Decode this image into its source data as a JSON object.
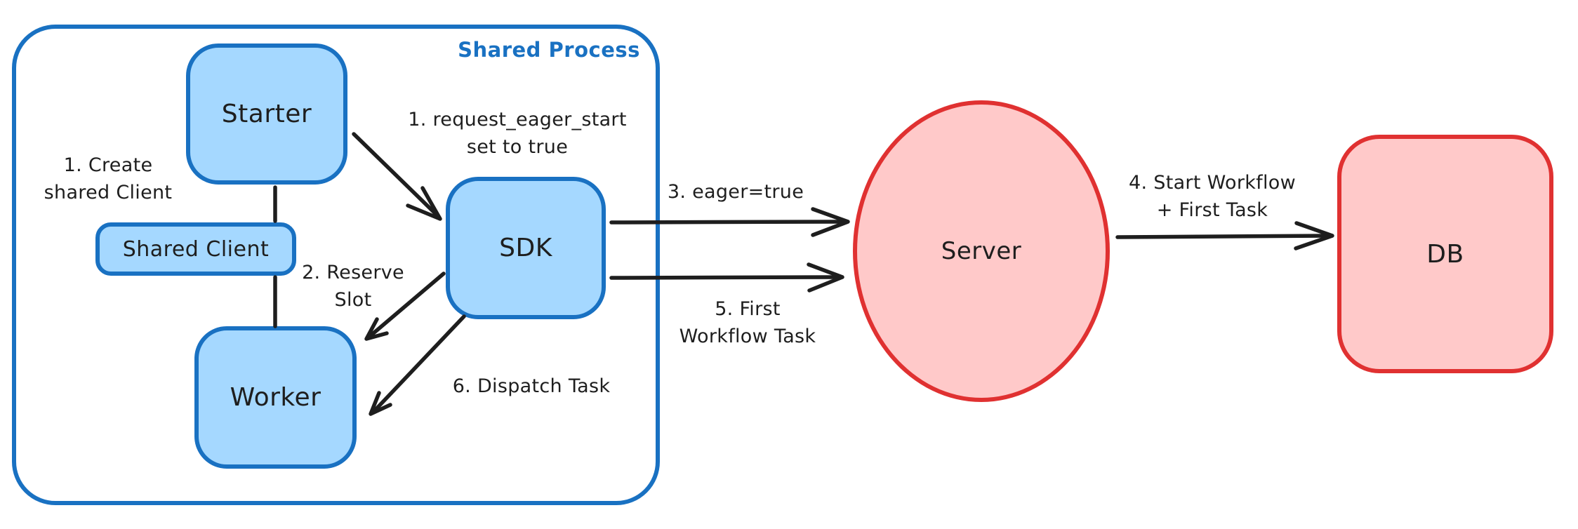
{
  "diagram": {
    "container": {
      "label": "Shared Process"
    },
    "nodes": {
      "starter": {
        "label": "Starter"
      },
      "shared_client": {
        "label": "Shared Client"
      },
      "worker": {
        "label": "Worker"
      },
      "sdk": {
        "label": "SDK"
      },
      "server": {
        "label": "Server"
      },
      "db": {
        "label": "DB"
      }
    },
    "labels": {
      "create_shared_client": {
        "line1": "1. Create",
        "line2": "shared Client"
      },
      "request_eager_start": {
        "line1": "1. request_eager_start",
        "line2": "set to true"
      },
      "reserve_slot": {
        "line1": "2. Reserve",
        "line2": "Slot"
      },
      "eager_true": {
        "line1": "3. eager=true"
      },
      "first_workflow_task": {
        "line1": "5. First",
        "line2": "Workflow Task"
      },
      "dispatch_task": {
        "line1": "6. Dispatch Task"
      },
      "start_workflow": {
        "line1": "4. Start Workflow",
        "line2": "+ First Task"
      }
    },
    "colors": {
      "blue_stroke": "#1971c2",
      "blue_fill": "#a5d8ff",
      "red_stroke": "#e03131",
      "red_fill": "#ffc9c9",
      "ink": "#1e1e1e",
      "canvas": "#ffffff"
    }
  }
}
